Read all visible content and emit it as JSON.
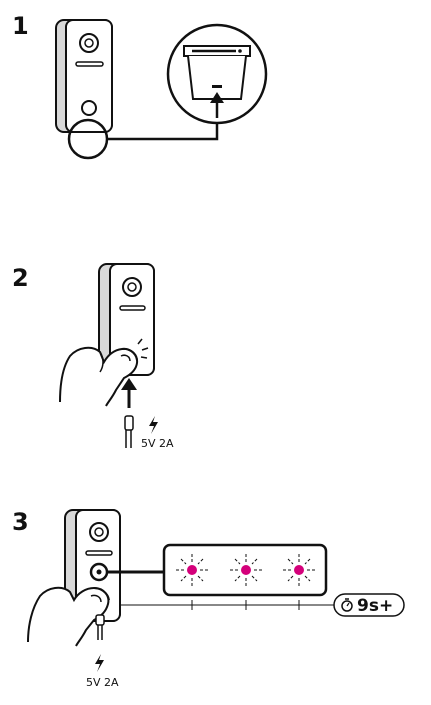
{
  "steps": [
    {
      "number": "1"
    },
    {
      "number": "2",
      "power_label": "5V 2A"
    },
    {
      "number": "3",
      "power_label": "5V 2A",
      "timer_label": "9s+"
    }
  ],
  "colors": {
    "ink": "#111111",
    "led": "#d4007a",
    "device_side": "#d9d9d9",
    "background": "#ffffff"
  },
  "icons": [
    "doorbell-device",
    "magnifier-callout",
    "reset-button-slot",
    "arrow-up-icon",
    "usb-c-plug-icon",
    "lightning-bolt-icon",
    "hand-press-icon",
    "led-blink-icon",
    "stopwatch-icon"
  ]
}
